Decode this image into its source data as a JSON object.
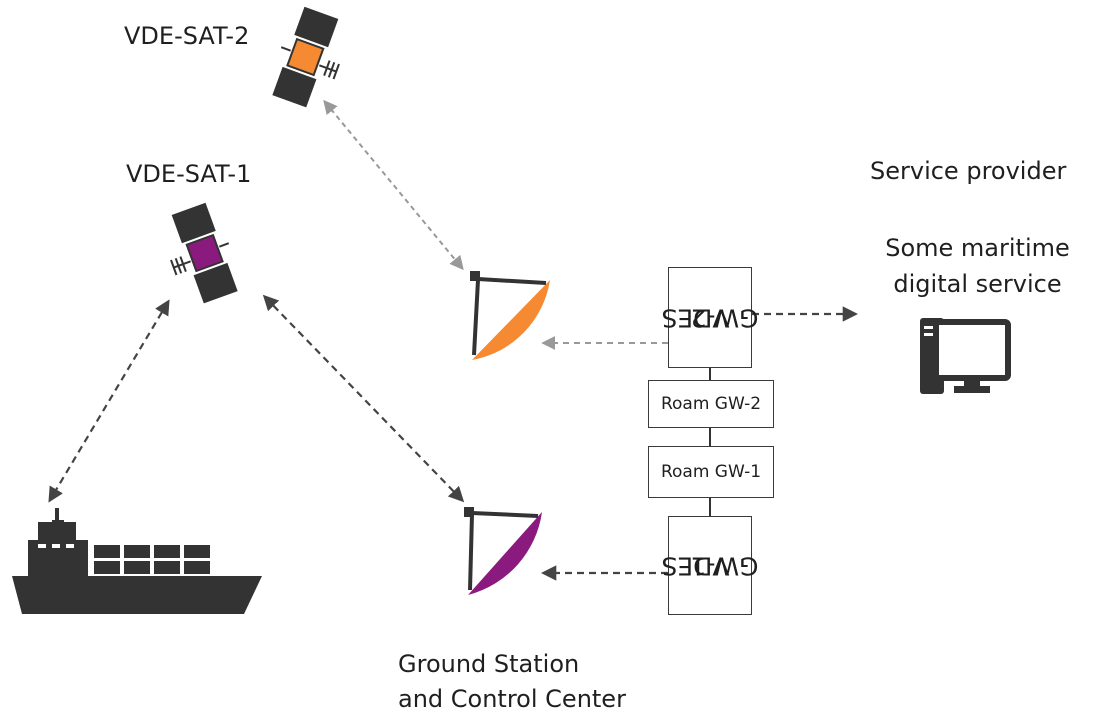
{
  "satellites": {
    "sat2": {
      "label": "VDE-SAT-2",
      "color": "#f58a33"
    },
    "sat1": {
      "label": "VDE-SAT-1",
      "color": "#8b1a7e"
    }
  },
  "service_provider": {
    "title": "Service provider",
    "service_line1": "Some maritime",
    "service_line2": "digital service"
  },
  "gateways": {
    "vdes_gw2_line1": "VDES",
    "vdes_gw2_line2": "GW-2",
    "roam_gw2": "Roam GW-2",
    "roam_gw1": "Roam GW-1",
    "vdes_gw1_line1": "VDES",
    "vdes_gw1_line2": "GW-1"
  },
  "ground_station": {
    "line1": "Ground Station",
    "line2": "and Control Center"
  },
  "icons": [
    "satellite-icon",
    "dish-antenna-icon",
    "ship-icon",
    "computer-icon"
  ],
  "colors": {
    "line": "#3a3a3a",
    "dashed_grey": "#8c8c8c",
    "dark": "#333333"
  }
}
